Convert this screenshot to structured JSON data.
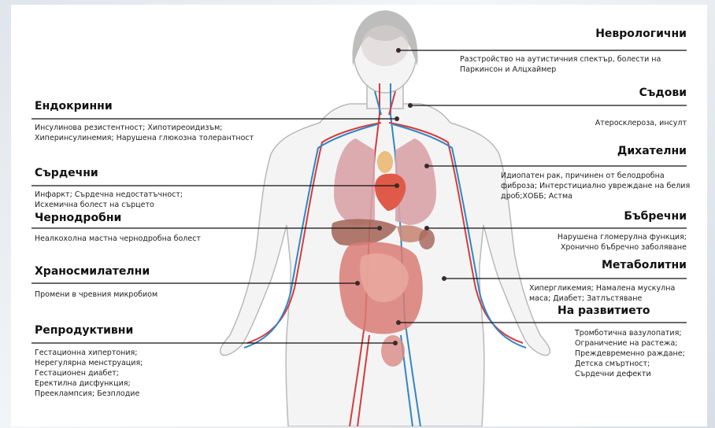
{
  "categories": [
    {
      "id": "neuro",
      "title": "Неврологични",
      "lines": [
        "Разстройство на аутистичния спектър, болести на",
        "Паркинсон и Алцхаймер"
      ]
    },
    {
      "id": "vascular",
      "title": "Съдови",
      "lines": [
        "Атеросклероза, инсулт"
      ]
    },
    {
      "id": "respiratory",
      "title": "Дихателни",
      "lines": [
        "Идиопатен рак, причинен от белодробна",
        "фиброза; Интерстициално увреждане на белия",
        "дроб;ХОББ; Астма"
      ]
    },
    {
      "id": "renal",
      "title": "Бъбречни",
      "lines": [
        "Нарушена гломерулна функция;",
        "Хронично бъбречно заболяване"
      ]
    },
    {
      "id": "metabolic",
      "title": "Метаболитни",
      "lines": [
        "Хипергликемия; Намалена мускулна",
        "маса; Диабет; Затлъстяване"
      ]
    },
    {
      "id": "developmental",
      "title": "На развитието",
      "lines": [
        "Тромботична вазулопатия;",
        "Ограничение на растежа;",
        "Преждевременно раждане;",
        "Детска смъртност;",
        "Сърдечни дефекти"
      ]
    },
    {
      "id": "endocrine",
      "title": "Ендокринни",
      "lines": [
        "Инсулинова резистентност; Хипотиреоидизъм;",
        "Хиперинсулинемия; Нарушена глюкозна толерантност"
      ]
    },
    {
      "id": "cardiac",
      "title": "Сърдечни",
      "lines": [
        "Инфаркт; Сърдечна недостатъчност;",
        "Исхемична болест на сърцето"
      ]
    },
    {
      "id": "hepatic",
      "title": "Чернодробни",
      "lines": [
        "Неалкохолна мастна чернодробна болест"
      ]
    },
    {
      "id": "digestive",
      "title": "Храносмилателни",
      "lines": [
        "Промени в чревния микробиом"
      ]
    },
    {
      "id": "reproductive",
      "title": "Репродуктивни",
      "lines": [
        "Гестационна хипертония;",
        "Нерегулярна менструация;",
        "Гестационен диабет;",
        "Еректилна дисфункция;",
        "Прееклампсия; Безплодие"
      ]
    }
  ],
  "colors": {
    "body_outline": "#b9b9b9",
    "body_fill": "#f4f4f4",
    "hair": "#bdbdbd",
    "artery": "#d63b3b",
    "vein": "#2f86c6",
    "lung": "#d9a3a8",
    "heart": "#e05a4a",
    "liver": "#a86a5e",
    "intestine": "#d97b74",
    "dot": "#3a2a2a"
  }
}
